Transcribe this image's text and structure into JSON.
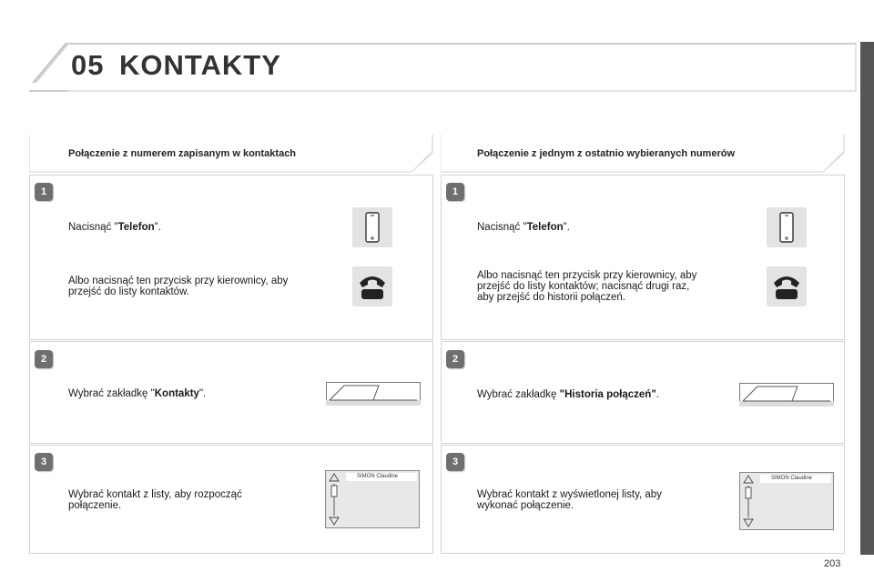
{
  "header": {
    "chapter_number": "05",
    "chapter_title": "KONTAKTY"
  },
  "left": {
    "heading": "Połączenie z numerem zapisanym w kontaktach",
    "steps": [
      {
        "number": "1",
        "p1_pre": "Nacisnąć \"",
        "p1_bold": "Telefon",
        "p1_post": "\".",
        "p2_line1": "Albo nacisnąć ten przycisk przy kierownicy, aby",
        "p2_line2": "przejść do listy kontaktów."
      },
      {
        "number": "2",
        "pre": "Wybrać zakładkę \"",
        "bold": "Kontakty",
        "post": "\"."
      },
      {
        "number": "3",
        "line1": "Wybrać kontakt z listy, aby rozpocząć",
        "line2": "połączenie.",
        "screen_entry": "SIMON Claudine"
      }
    ]
  },
  "right": {
    "heading": "Połączenie z jednym z ostatnio wybieranych numerów",
    "steps": [
      {
        "number": "1",
        "p1_pre": "Nacisnąć \"",
        "p1_bold": "Telefon",
        "p1_post": "\".",
        "p2_line1": "Albo nacisnąć ten przycisk przy kierownicy, aby",
        "p2_line2": "przejść do listy kontaktów; nacisnąć drugi raz,",
        "p2_line3": "aby przejść do historii połączeń."
      },
      {
        "number": "2",
        "pre": "Wybrać zakładkę ",
        "bold": "\"Historia połączeń\"",
        "post": "."
      },
      {
        "number": "3",
        "line1": "Wybrać kontakt z wyświetlonej listy, aby",
        "line2": "wykonać połączenie.",
        "screen_entry": "SIMON Claudine"
      }
    ]
  },
  "footer": {
    "page_number": "203"
  },
  "icons": {
    "phone": "smartphone-icon",
    "handset": "telephone-handset-icon",
    "up": "triangle-up-icon",
    "down": "triangle-down-icon"
  }
}
